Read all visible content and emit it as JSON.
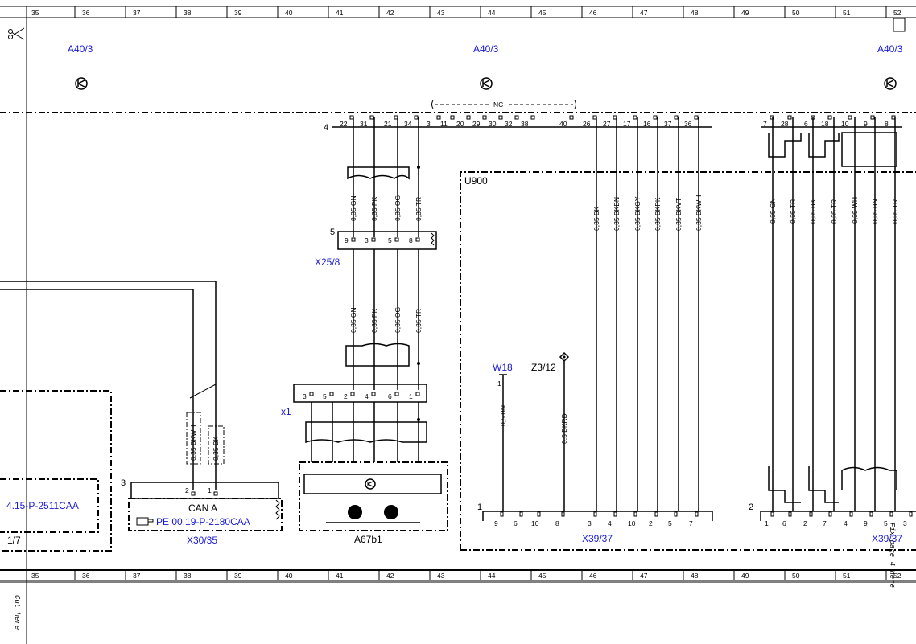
{
  "grid": {
    "columns": [
      "35",
      "36",
      "37",
      "38",
      "39",
      "40",
      "41",
      "42",
      "43",
      "44",
      "45",
      "46",
      "47",
      "48",
      "49",
      "50",
      "51",
      "52"
    ]
  },
  "components": {
    "a40_left": "A40/3",
    "a40_mid": "A40/3",
    "a40_right": "A40/3",
    "u900": "U900",
    "x25": "X25/8",
    "x1": "x1",
    "a67": "A67b1",
    "w18": "W18",
    "z3": "Z3/12",
    "x30": "X30/35",
    "can": "CAN A",
    "ref_pe": "PE 00.19-P-2180CAA",
    "ref_left": "4.15-P-2511CAA",
    "ref_page": "1/7",
    "x39_left": "X39/37",
    "x39_right": "X39/37",
    "nc": "NC"
  },
  "connector_numbers": {
    "c4": "4",
    "c5": "5",
    "c3": "3",
    "c1": "1",
    "c2": "2",
    "w18_pin": "1"
  },
  "a40_pins_left": [
    "22",
    "31",
    "21",
    "34",
    "3",
    "11",
    "20",
    "29",
    "30",
    "32",
    "38",
    "40",
    "26",
    "27",
    "17",
    "16",
    "37",
    "36"
  ],
  "a40_pins_right": [
    "7",
    "28",
    "6",
    "18",
    "10",
    "9",
    "8"
  ],
  "x25_pins": [
    "9",
    "3",
    "5",
    "8"
  ],
  "x1_pins": [
    "3",
    "5",
    "2",
    "4",
    "6",
    "1"
  ],
  "x30_pins": [
    "2",
    "1"
  ],
  "x39_left_pins": [
    "9",
    "6",
    "10",
    "8",
    "3",
    "4",
    "10",
    "2",
    "5",
    "7"
  ],
  "x39_right_pins": [
    "1",
    "6",
    "2",
    "7",
    "4",
    "9",
    "5",
    "3"
  ],
  "wires": {
    "a40_x25": [
      "0,35 GN",
      "0,35 PK",
      "0,35 OG",
      "0,35 TR"
    ],
    "x25_x1": [
      "0,35 GN",
      "0,35 PK",
      "0,35 OG",
      "0,35 TR"
    ],
    "can": [
      "0,35 BKWH",
      "0,35 BK"
    ],
    "u900_mid": [
      "0,35 BK",
      "0,35 BKBN",
      "0,35 BKGY",
      "0,35 BKPK",
      "0,35 BKVT",
      "0,35 BKWH"
    ],
    "u900_right": [
      "0,35 GN",
      "0,35 TR",
      "0,35 BK",
      "0,35 TR",
      "0,35 WH",
      "0,35 BN",
      "0,35 TR"
    ],
    "w18": "0,5 BN",
    "z3": "0,5 BKRD"
  },
  "cut": {
    "left": "Cut here",
    "right": "Fix page 4 here"
  }
}
